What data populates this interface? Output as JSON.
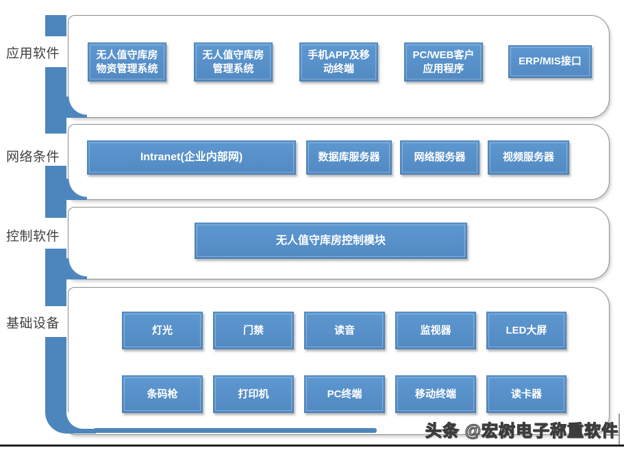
{
  "rows": [
    {
      "label": "应用软件",
      "boxes": [
        "无人值守库房\n物资管理系统",
        "无人值守库房\n管理系统",
        "手机APP及移\n动终端",
        "PC/WEB客户\n应用程序",
        "ERP/MIS接口"
      ]
    },
    {
      "label": "网络条件",
      "boxes": [
        "Intranet(企业内部网)",
        "数据库服务器",
        "网络服务器",
        "视频服务器"
      ]
    },
    {
      "label": "控制软件",
      "boxes": [
        "无人值守库房控制模块"
      ]
    },
    {
      "label": "基础设备",
      "boxes": [
        "灯光",
        "门禁",
        "读音",
        "监视器",
        "LED大屏",
        "条码枪",
        "打印机",
        "PC终端",
        "移动终端",
        "读卡器"
      ]
    }
  ],
  "watermark": "头条 @宏树电子称重软件",
  "colors": {
    "box_fill": "#5b94cc",
    "bar_fill": "#4d86bd",
    "container_border": "#8c8c8c",
    "label_text": "#404040",
    "box_text": "#ffffff",
    "frame_line": "#202020"
  }
}
